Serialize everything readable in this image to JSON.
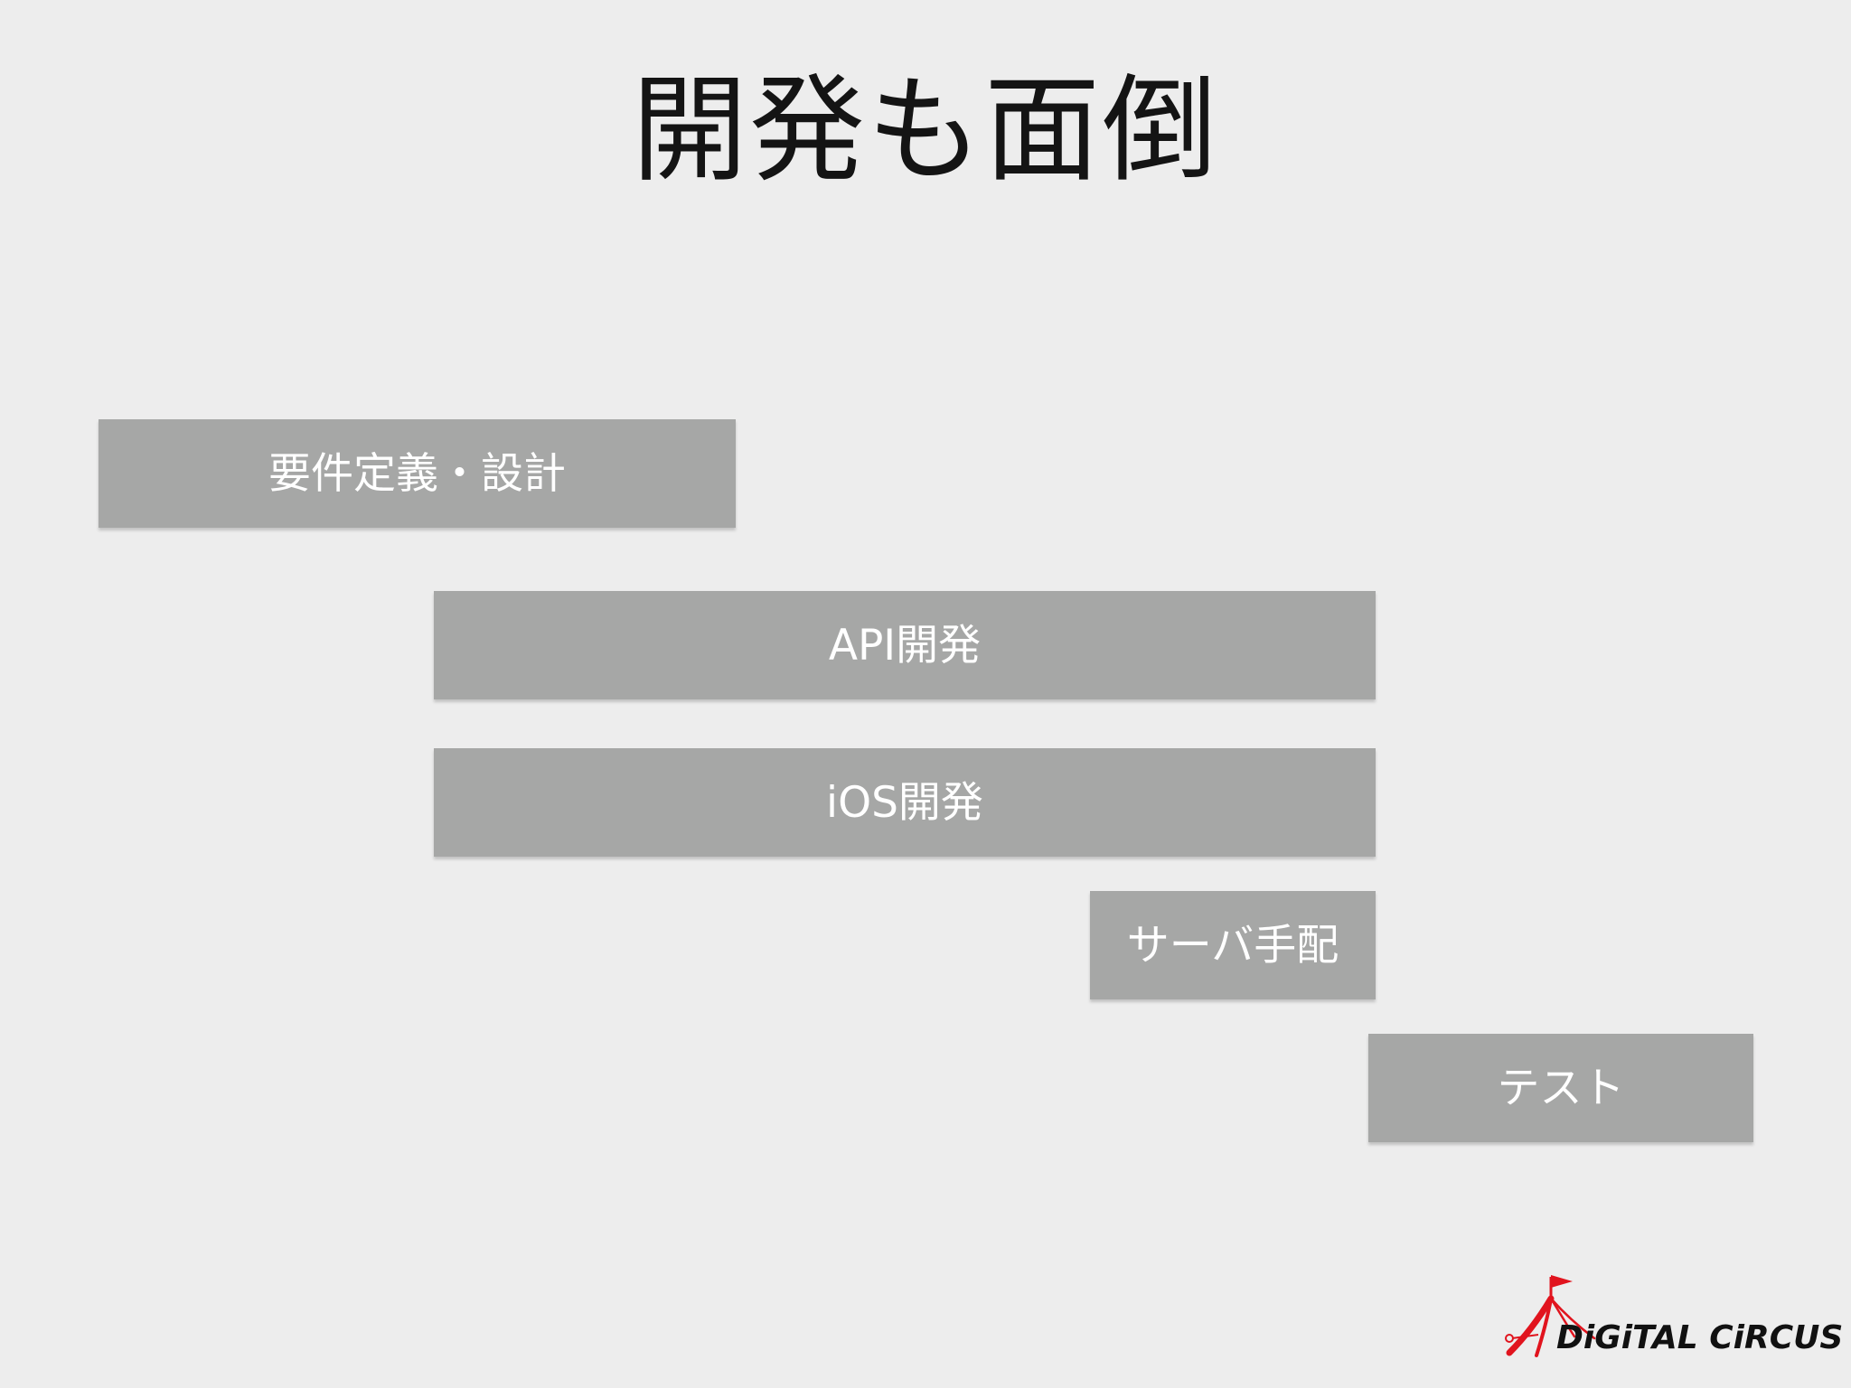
{
  "slide": {
    "title": "開発も面倒"
  },
  "tasks": [
    {
      "label": "要件定義・設計"
    },
    {
      "label": "API開発"
    },
    {
      "label": "iOS開発"
    },
    {
      "label": "サーバ手配"
    },
    {
      "label": "テスト"
    }
  ],
  "logo": {
    "text": "DiGiTAL CiRCUS",
    "brand_color": "#e1141e"
  },
  "colors": {
    "background": "#ededed",
    "bar": "#a6a7a6",
    "bar_text": "#ffffff",
    "title": "#141414"
  }
}
